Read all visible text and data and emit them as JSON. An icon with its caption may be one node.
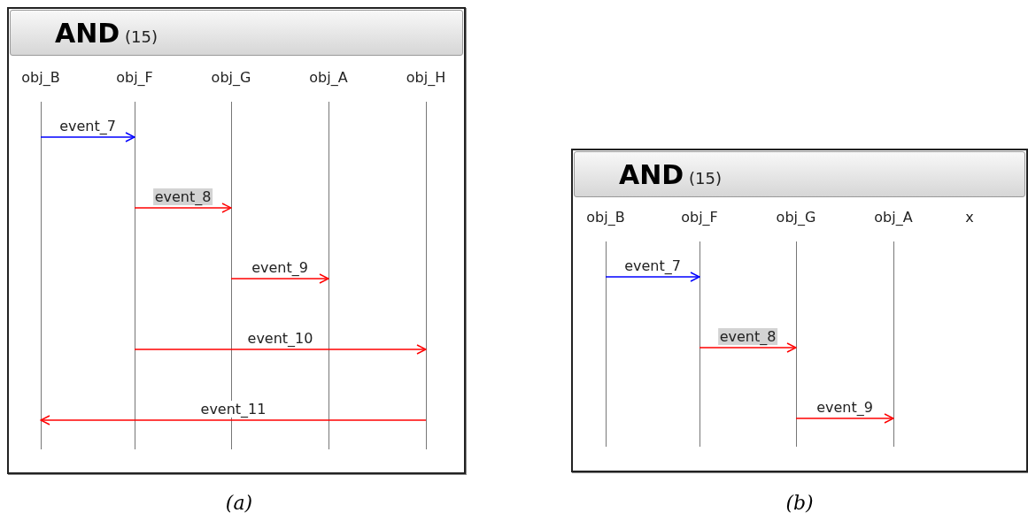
{
  "diagram": {
    "nodes": [
      {
        "text": [
          "**AND** (15)"
        ],
        "beside": [
          "(a)"
        ]
      },
      {
        "text": [
          "obj_B"
        ],
        "in": 0
      },
      {
        "text": [
          "obj_F"
        ],
        "in": 0
      },
      {
        "text": [
          "obj_G"
        ],
        "in": 0
      },
      {
        "text": [
          "obj_A"
        ],
        "in": 0
      },
      {
        "text": [
          "obj_H"
        ],
        "in": 0
      },
      {
        "text": [
          "**AND** (15)"
        ],
        "beside": [
          "(b)"
        ]
      },
      {
        "text": [
          "obj_B"
        ],
        "in": 6
      },
      {
        "text": [
          "obj_F"
        ],
        "in": 6
      },
      {
        "text": [
          "obj_G"
        ],
        "in": 6
      },
      {
        "text": [
          "obj_A"
        ],
        "in": 6
      },
      {
        "text": [
          "x"
        ],
        "in": 6
      }
    ],
    "edges": [
      {
        "from": 1,
        "to": 2,
        "arrow": "to",
        "label": "event_7",
        "color": "#0000ff"
      },
      {
        "from": 2,
        "to": 3,
        "arrow": "to",
        "label": "event_8"
      },
      {
        "from": 3,
        "to": 4,
        "arrow": "to",
        "label": "event_9"
      },
      {
        "from": 2,
        "to": 5,
        "arrow": "to",
        "label": "event_10"
      },
      {
        "from": 5,
        "to": 1,
        "arrow": "to",
        "label": "event_11"
      },
      {
        "from": 7,
        "to": 8,
        "arrow": "to",
        "label": "event_7",
        "color": "#0000ff"
      },
      {
        "from": 8,
        "to": 9,
        "arrow": "to",
        "label": "event_8"
      },
      {
        "from": 9,
        "to": 10,
        "arrow": "to",
        "label": "event_9"
      }
    ]
  }
}
